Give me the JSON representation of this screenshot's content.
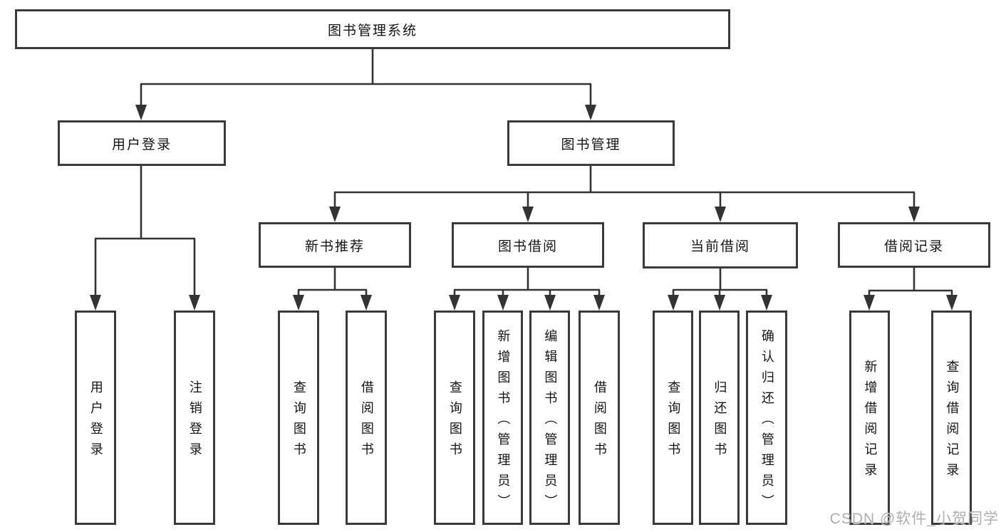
{
  "tree": {
    "root": {
      "label": "图书管理系统"
    },
    "branches": [
      {
        "label": "用户登录",
        "children": [
          {
            "label": "用户登录"
          },
          {
            "label": "注销登录"
          }
        ]
      },
      {
        "label": "图书管理",
        "children": [
          {
            "label": "新书推荐",
            "children": [
              {
                "label": "查询图书"
              },
              {
                "label": "借阅图书"
              }
            ]
          },
          {
            "label": "图书借阅",
            "children": [
              {
                "label": "查询图书"
              },
              {
                "label": "新增图书（管理员）"
              },
              {
                "label": "编辑图书（管理员）"
              },
              {
                "label": "借阅图书"
              }
            ]
          },
          {
            "label": "当前借阅",
            "children": [
              {
                "label": "查询图书"
              },
              {
                "label": "归还图书"
              },
              {
                "label": "确认归还（管理员）"
              }
            ]
          },
          {
            "label": "借阅记录",
            "children": [
              {
                "label": "新增借阅记录"
              },
              {
                "label": "查询借阅记录"
              }
            ]
          }
        ]
      }
    ]
  },
  "watermark": "CSDN @软件_小贺同学",
  "colors": {
    "line": "#333333",
    "border": "#3a3a3a",
    "text": "#141414",
    "background": "#ffffff",
    "watermark": "#9e9e9e"
  }
}
